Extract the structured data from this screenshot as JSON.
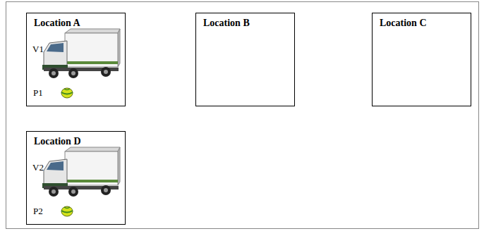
{
  "diagram": {
    "nodes": [
      {
        "text": [
          "Location A",
          "V1",
          "P1"
        ]
      },
      {
        "text": [
          "Location B"
        ]
      },
      {
        "text": [
          "Location C"
        ]
      },
      {
        "text": [
          "Location D",
          "V2",
          "P2"
        ]
      }
    ]
  }
}
